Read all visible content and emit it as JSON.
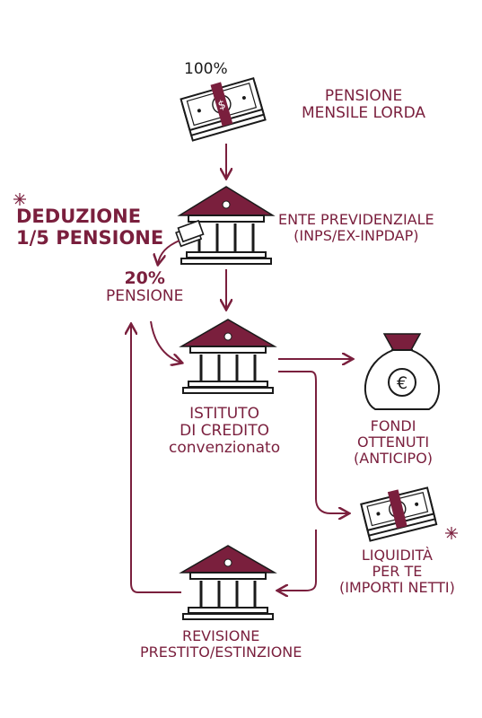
{
  "colors": {
    "accent": "#7a1f3d",
    "ink": "#1a1a1a"
  },
  "money_top": {
    "percent": "100%",
    "label_line1": "PENSIONE",
    "label_line2": "MENSILE LORDA"
  },
  "deduction": {
    "line1": "DEDUZIONE",
    "line2": "1/5 PENSIONE"
  },
  "ente": {
    "line1": "ENTE PREVIDENZIALE",
    "line2": "(INPS/EX-INPDAP)"
  },
  "pension20": {
    "percent": "20%",
    "label": "PENSIONE"
  },
  "istituto": {
    "line1": "ISTITUTO",
    "line2": "DI CREDITO",
    "line3": "convenzionato"
  },
  "fondi": {
    "line1": "FONDI",
    "line2": "OTTENUTI",
    "line3": "(ANTICIPO)"
  },
  "liquidita": {
    "line1": "LIQUIDITÀ",
    "line2": "PER TE",
    "line3": "(IMPORTI NETTI)"
  },
  "revisione": {
    "line1": "REVISIONE",
    "line2": "PRESTITO/ESTINZIONE"
  },
  "icons": {
    "euro_symbol": "€",
    "dollar_symbol": "$"
  }
}
